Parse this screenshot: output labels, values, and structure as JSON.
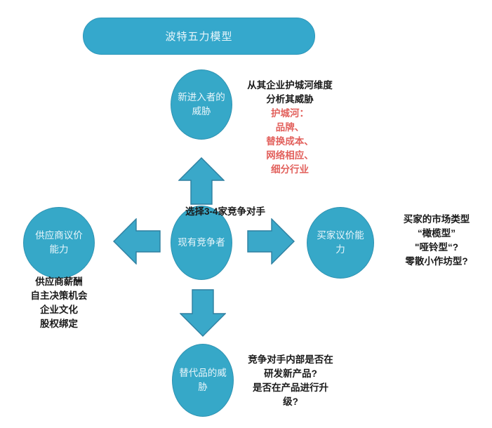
{
  "title": {
    "text": "波特五力模型"
  },
  "colors": {
    "node_fill": "#36a8c8",
    "node_border": "#2f93b2",
    "title_fill": "#35a8cc",
    "arrow_fill": "#3aa8c9",
    "arrow_border": "#2e7fa0",
    "node_text": "#eaf6fb",
    "annotation_text": "#1a1a1a",
    "annotation_accent": "#e2605c",
    "background": "#ffffff"
  },
  "nodes": {
    "new_entrants": {
      "label": "新进入者的\n威胁"
    },
    "suppliers": {
      "label": "供应商议价\n能力"
    },
    "rivalry": {
      "label": "现有竞争者"
    },
    "buyers": {
      "label": "买家议价能\n力"
    },
    "substitutes": {
      "label": "替代品的威\n胁"
    }
  },
  "arrows": {
    "up": {
      "name": "arrow-up-to-new-entrants",
      "direction": "up"
    },
    "left": {
      "name": "arrow-left-to-suppliers",
      "direction": "left"
    },
    "right": {
      "name": "arrow-right-to-buyers",
      "direction": "right"
    },
    "down": {
      "name": "arrow-down-to-substitutes",
      "direction": "down"
    }
  },
  "annotations": {
    "new_entrants_heading": "从其企业护城河维度\n分析其威胁",
    "new_entrants_moat": "护城河：\n品牌、\n替换成本、\n网络相应、\n细分行业",
    "rivalry_note": "选择3-4家竞争对手",
    "buyers_note": "买家的市场类型\n“橄榄型”\n\"哑铃型“?\n零散小作坊型?",
    "suppliers_note": "供应商薪酬\n自主决策机会\n企业文化\n股权绑定",
    "substitutes_note": "竞争对手内部是否在\n研发新产品?\n是否在产品进行升\n级?"
  }
}
